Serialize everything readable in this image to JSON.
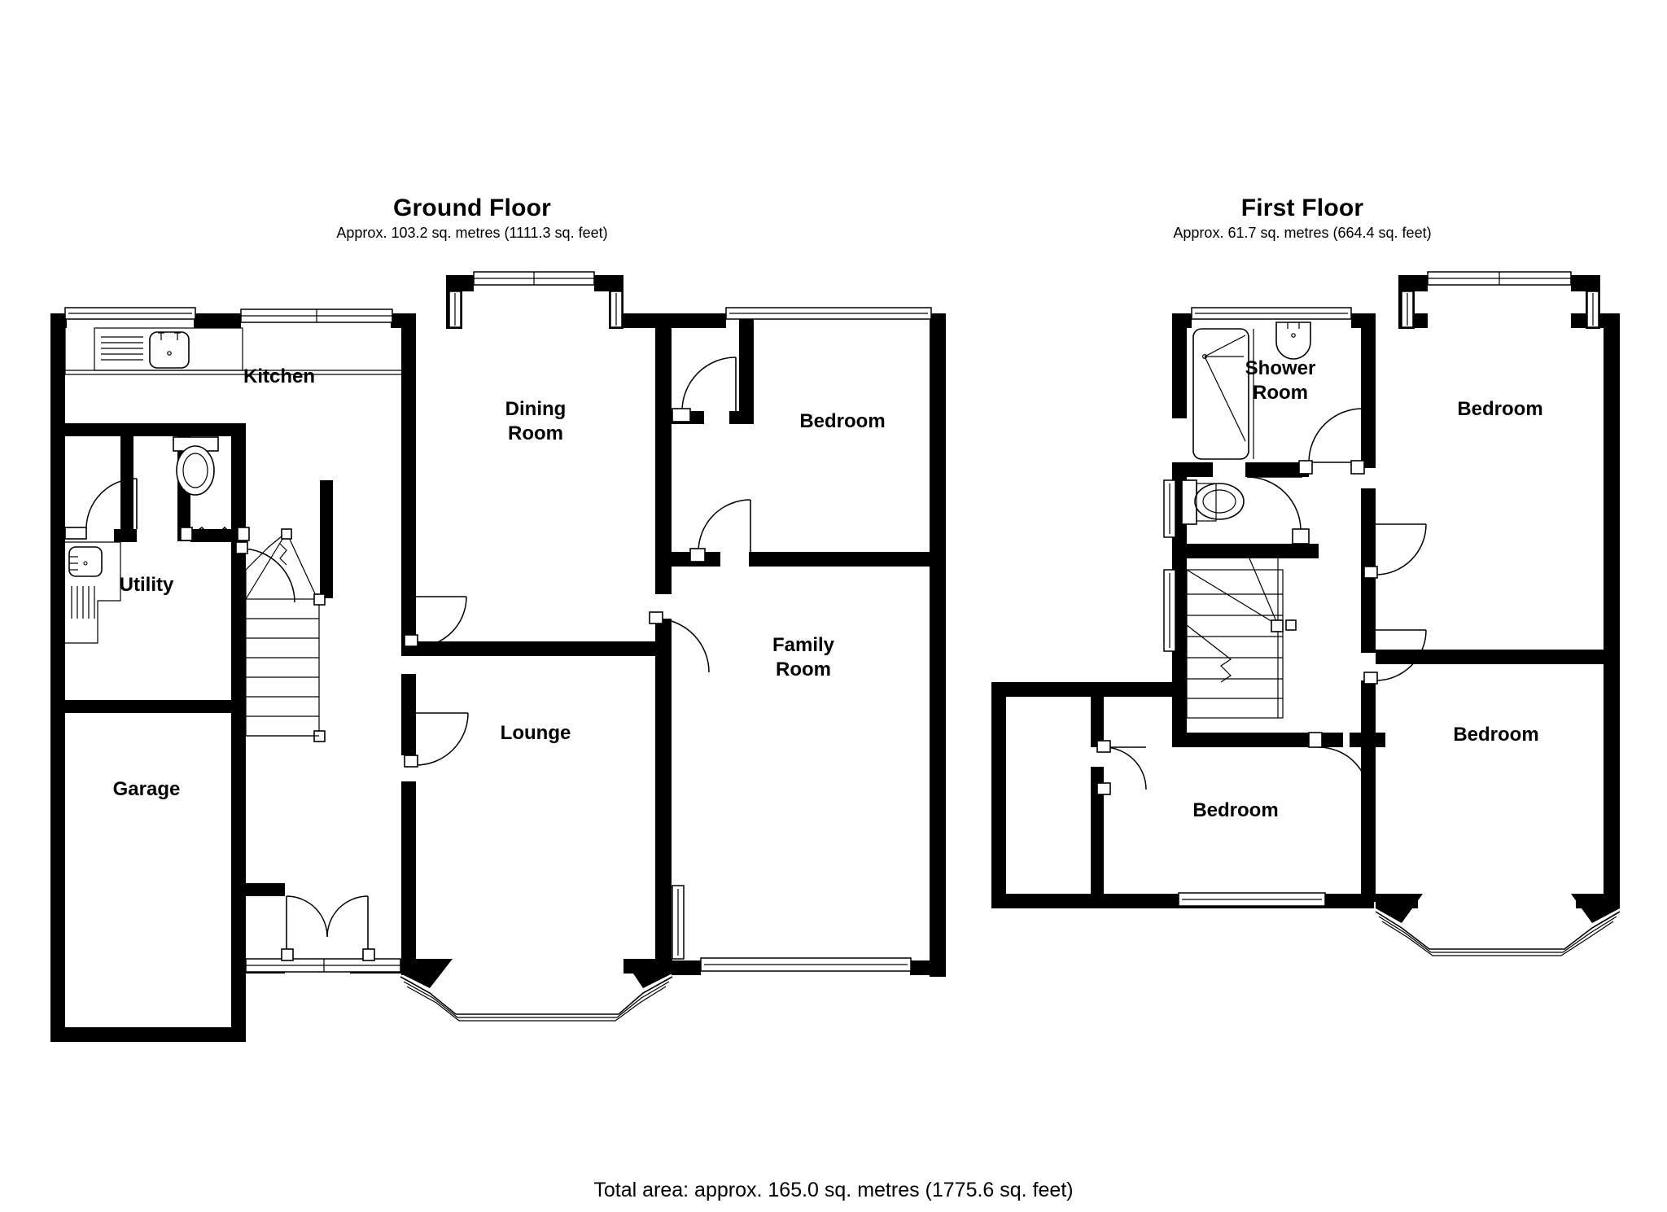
{
  "document": {
    "type": "floor-plan",
    "total_area_text": "Total area: approx. 165.0 sq. metres (1775.6 sq. feet)"
  },
  "floors": [
    {
      "id": "ground",
      "title": "Ground Floor",
      "area_text": "Approx. 103.2 sq. metres (1111.3 sq. feet)",
      "area_sq_m": 103.2,
      "area_sq_ft": 1111.3,
      "rooms": [
        {
          "name": "Kitchen",
          "label": "Kitchen"
        },
        {
          "name": "Utility",
          "label": "Utility"
        },
        {
          "name": "Garage",
          "label": "Garage"
        },
        {
          "name": "Dining Room",
          "label_line1": "Dining",
          "label_line2": "Room"
        },
        {
          "name": "Lounge",
          "label": "Lounge"
        },
        {
          "name": "Bedroom",
          "label": "Bedroom"
        },
        {
          "name": "Family Room",
          "label_line1": "Family",
          "label_line2": "Room"
        }
      ]
    },
    {
      "id": "first",
      "title": "First Floor",
      "area_text": "Approx. 61.7 sq. metres (664.4 sq. feet)",
      "area_sq_m": 61.7,
      "area_sq_ft": 664.4,
      "rooms": [
        {
          "name": "Shower Room",
          "label_line1": "Shower",
          "label_line2": "Room"
        },
        {
          "name": "Bedroom 1",
          "label": "Bedroom"
        },
        {
          "name": "Bedroom 2",
          "label": "Bedroom"
        },
        {
          "name": "Bedroom 3",
          "label": "Bedroom"
        }
      ]
    }
  ],
  "colors": {
    "wall": "#000000",
    "background": "#ffffff",
    "text": "#000000"
  }
}
